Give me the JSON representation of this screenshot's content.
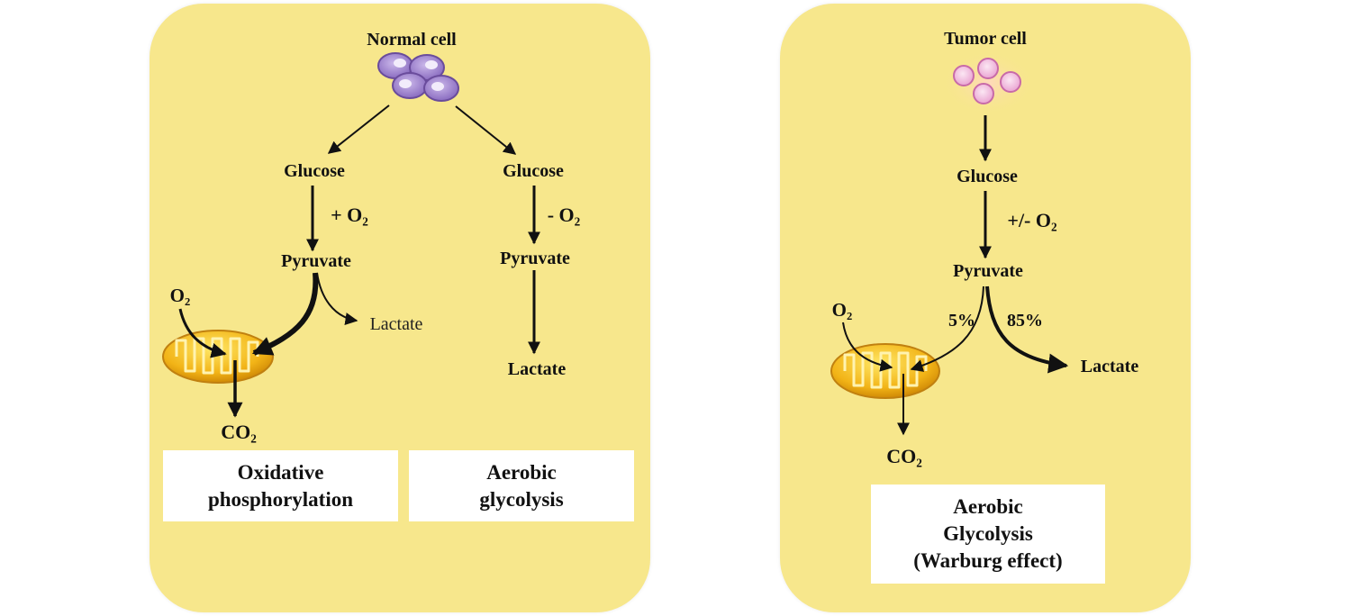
{
  "normal": {
    "title": "Normal cell",
    "left": {
      "glucose": "Glucose",
      "oxygen_condition": "+ O₂",
      "pyruvate": "Pyruvate",
      "lactate": "Lactate",
      "o2": "O₂",
      "co2": "CO₂",
      "process_line1": "Oxidative",
      "process_line2": "phosphorylation"
    },
    "right": {
      "glucose": "Glucose",
      "oxygen_condition": "- O₂",
      "pyruvate": "Pyruvate",
      "lactate": "Lactate",
      "process_line1": "Aerobic",
      "process_line2": "glycolysis"
    }
  },
  "tumor": {
    "title": "Tumor cell",
    "glucose": "Glucose",
    "oxygen_condition": "+/- O₂",
    "pyruvate": "Pyruvate",
    "o2": "O₂",
    "co2": "CO₂",
    "percent_mito": "5%",
    "percent_lactate": "85%",
    "lactate": "Lactate",
    "process_line1": "Aerobic",
    "process_line2": "Glycolysis",
    "process_line3": "(Warburg effect)"
  },
  "colors": {
    "panel": "#f7e78c",
    "normal_cell": "#9b7fc8",
    "tumor_cell": "#f0b8dc",
    "mitochondrion": "#f0b820"
  }
}
